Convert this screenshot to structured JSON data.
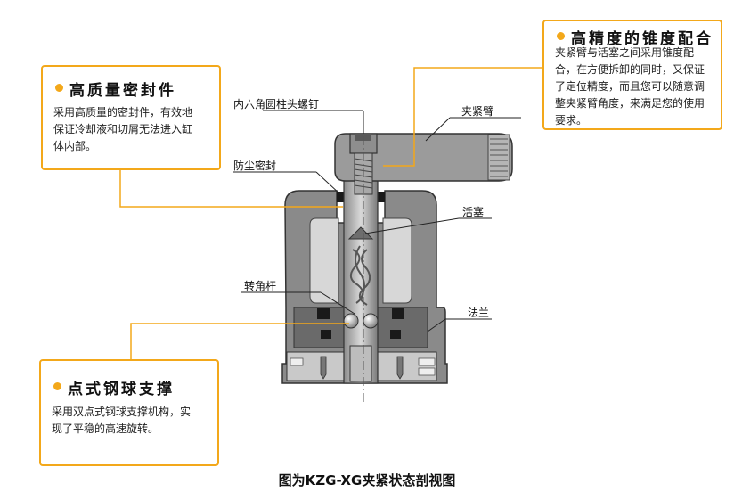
{
  "callouts": {
    "seal": {
      "title": "高质量密封件",
      "lines": [
        "采用高质量的密封件，有效地",
        "保证冷却液和切屑无法进入缸",
        "体内部。"
      ]
    },
    "precision": {
      "title": "高精度的锥度配合",
      "lines": [
        "夹紧臂与活塞之间采用锥度配",
        "合，在方便拆卸的同时，又保证",
        "了定位精度，而且您可以随意调",
        "整夹紧臂角度，来满足您的使用",
        "要求。"
      ]
    },
    "ball": {
      "title": "点式钢球支撑",
      "lines": [
        "采用双点式钢球支撑机构，实",
        "现了平稳的高速旋转。"
      ]
    }
  },
  "labels": {
    "screw": "内六角圆柱头螺钉",
    "arm": "夹紧臂",
    "dust_seal": "防尘密封",
    "piston": "活塞",
    "rod": "转角杆",
    "flange": "法兰"
  },
  "caption": "图为KZG-XG夹紧状态剖视图",
  "colors": {
    "accent": "#f3a81a",
    "body_dark": "#6f6f6f",
    "body_mid": "#9a9a9a",
    "body_light": "#cfcfcf"
  }
}
